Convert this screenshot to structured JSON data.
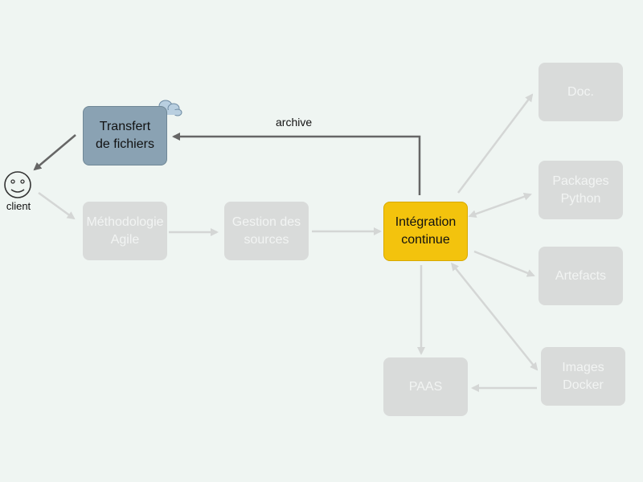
{
  "colors": {
    "background": "#eff5f2",
    "faded_node": "#d9dbda",
    "faded_text": "#f2f4f3",
    "highlight_yellow": "#f3c30d",
    "highlight_blue": "#8aa2b3",
    "active_arrow": "#666666",
    "faded_arrow": "#d4d6d5"
  },
  "nodes": {
    "transfert": "Transfert\nde fichiers",
    "methodologie": "Méthodologie\nAgile",
    "gestion": "Gestion des\nsources",
    "integration": "Intégration\ncontinue",
    "doc": "Doc.",
    "packages": "Packages\nPython",
    "artefacts": "Artefacts",
    "images": "Images\nDocker",
    "paas": "PAAS"
  },
  "client_label": "client",
  "edge_labels": {
    "archive": "archive"
  },
  "icons": {
    "client": "smiley-face-icon",
    "cloud": "cloud-icon"
  }
}
